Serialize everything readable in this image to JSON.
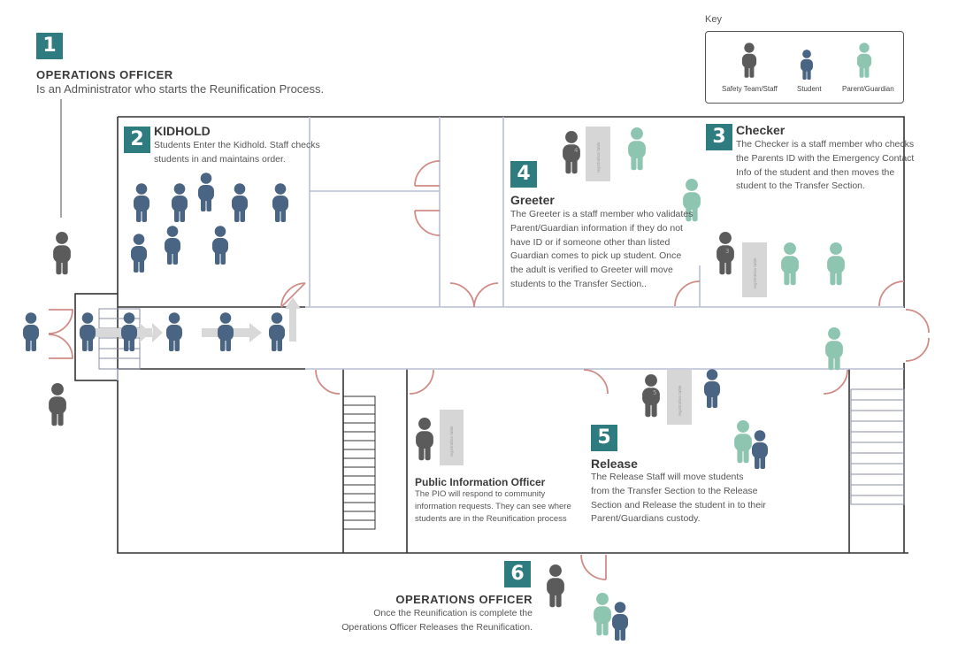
{
  "key": {
    "title": "Key",
    "items": [
      {
        "label": "Safety Team/Staff",
        "icon": "staff-person-icon",
        "color": "#5b5b5b"
      },
      {
        "label": "Student",
        "icon": "student-person-icon",
        "color": "#4a6483"
      },
      {
        "label": "Parent/Guardian",
        "icon": "parent-person-icon",
        "color": "#8dc5b1"
      }
    ]
  },
  "steps": [
    {
      "number": "1",
      "title": "OPERATIONS OFFICER",
      "text": "Is an Administrator who starts the Reunification Process."
    },
    {
      "number": "2",
      "title": "KIDHOLD",
      "lines": [
        "Students Enter the Kidhold. Staff checks",
        "students in and maintains order."
      ]
    },
    {
      "number": "3",
      "title": "Checker",
      "lines": [
        "The Checker is a staff member who checks",
        "the Parents ID with the Emergency Contact",
        "Info of the student and then moves the",
        "student to the Transfer Section."
      ]
    },
    {
      "number": "4",
      "title": "Greeter",
      "lines": [
        "The Greeter is a staff member who validates",
        "Parent/Guardian information if they do not",
        "have ID or if someone other than listed",
        "Guardian comes to pick up student. Once",
        "the adult is verified to Greeter will move",
        "students to the Transfer Section.."
      ]
    },
    {
      "number": "5",
      "title": "Release",
      "lines": [
        "The Release Staff will move students",
        "from the Transfer Section to the Release",
        "Section and Release the student in to their",
        "Parent/Guardians custody."
      ]
    },
    {
      "number": "6",
      "title": "OPERATIONS OFFICER",
      "lines": [
        "Once the Reunification is complete the",
        "Operations Officer Releases the Reunification."
      ]
    }
  ],
  "pio": {
    "title": "Public Information Officer",
    "lines": [
      "The PIO will respond to community",
      "information requests. They can see where",
      "students are in the Reunification process"
    ]
  },
  "tables": [
    {
      "label": "registration table",
      "staff_number": "4"
    },
    {
      "label": "registration table",
      "staff_number": "3"
    },
    {
      "label": "registration table",
      "staff_number": "5"
    },
    {
      "label": "registration table",
      "staff_number": ""
    }
  ],
  "colors": {
    "accent": "#2e7b80",
    "staff": "#5b5b5b",
    "student": "#4a6483",
    "parent": "#8dc5b1",
    "door": "#d08c86",
    "wall": "#333333",
    "partition": "#b9bfd4"
  }
}
